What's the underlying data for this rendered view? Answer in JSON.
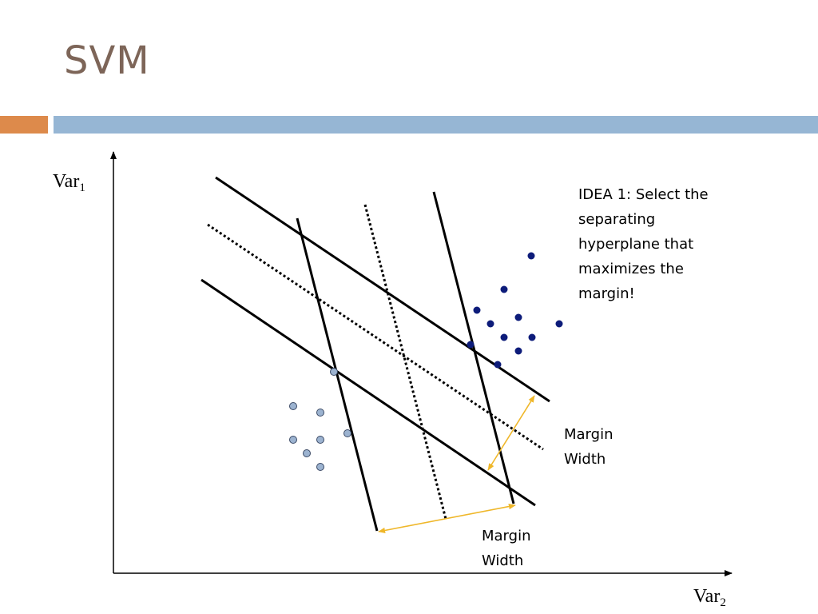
{
  "slide": {
    "title": "SVM",
    "colors": {
      "title": "#7d6558",
      "accent_bar": "#dd8a4b",
      "main_bar": "#96b6d4"
    }
  },
  "diagram": {
    "axes": {
      "y_label_base": "Var",
      "y_label_sub": "1",
      "x_label_base": "Var",
      "x_label_sub": "2"
    },
    "idea_text_lines": [
      "IDEA 1: Select the",
      "separating",
      "hyperplane that",
      "maximizes the",
      "margin!"
    ],
    "margin_label_right": [
      "Margin",
      "Width"
    ],
    "margin_label_bottom": [
      "Margin",
      "Width"
    ],
    "colors": {
      "dark_points": "#0d1c7a",
      "light_points": "#9cb3d0",
      "light_points_stroke": "#3b4a66",
      "margin_arrows": "#efb72a",
      "lines": "#000000"
    }
  }
}
